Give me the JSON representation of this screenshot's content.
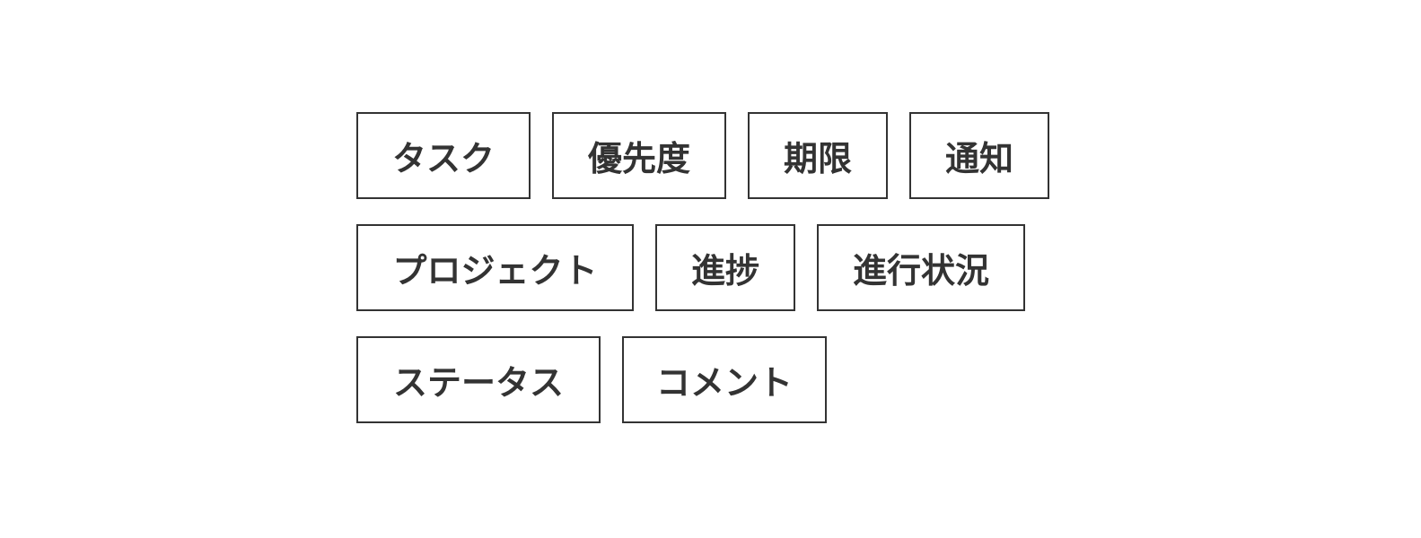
{
  "colors": {
    "background": "#ffffff",
    "tile_border": "#333333",
    "tile_text": "#333333",
    "tile_fill": "#ffffff"
  },
  "rows": [
    {
      "items": [
        {
          "label": "タスク"
        },
        {
          "label": "優先度"
        },
        {
          "label": "期限"
        },
        {
          "label": "通知"
        }
      ]
    },
    {
      "items": [
        {
          "label": "プロジェクト"
        },
        {
          "label": "進捗"
        },
        {
          "label": "進行状況"
        }
      ]
    },
    {
      "items": [
        {
          "label": "ステータス"
        },
        {
          "label": "コメント"
        }
      ]
    }
  ]
}
